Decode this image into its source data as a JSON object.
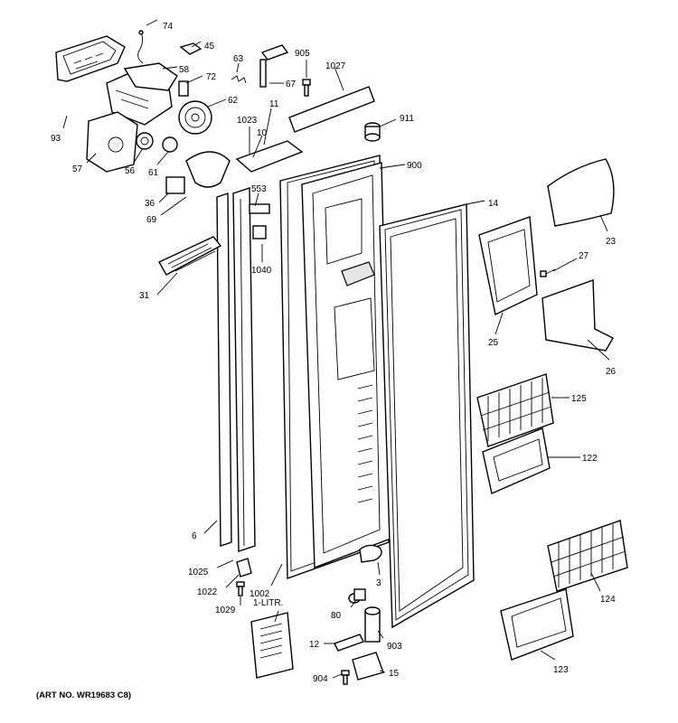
{
  "diagram": {
    "caption": "(ART NO. WR19683 C8)",
    "labels": {
      "p74": "74",
      "p45": "45",
      "p58": "58",
      "p72": "72",
      "p93": "93",
      "p62": "62",
      "p63": "63",
      "p905": "905",
      "p1027": "1027",
      "p67": "67",
      "p911": "911",
      "p1023": "1023",
      "p11": "11",
      "p10": "10",
      "p57": "57",
      "p56": "56",
      "p61": "61",
      "p900": "900",
      "p36": "36",
      "p553": "553",
      "p69": "69",
      "p1040": "1040",
      "p14": "14",
      "p23": "23",
      "p27": "27",
      "p31": "31",
      "p25": "25",
      "p26": "26",
      "p125": "125",
      "p122": "122",
      "p6": "6",
      "p1025": "1025",
      "p1022": "1022",
      "p1002": "1002",
      "p3": "3",
      "p124": "124",
      "p1029": "1029",
      "p1litr": "1-LITR.",
      "p80": "80",
      "p903": "903",
      "p12": "12",
      "p123": "123",
      "p904": "904",
      "p15": "15"
    }
  }
}
